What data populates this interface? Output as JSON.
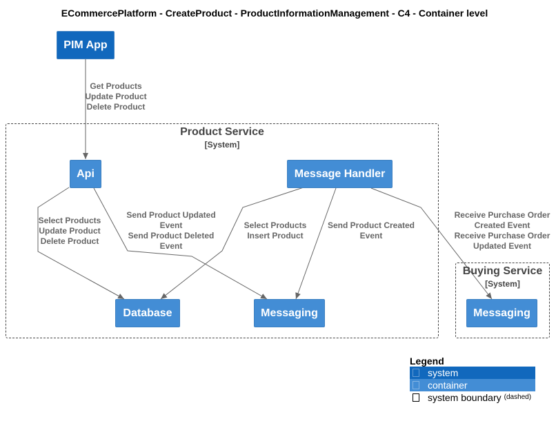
{
  "title": "ECommercePlatform - CreateProduct - ProductInformationManagement - C4 - Container level",
  "colors": {
    "system": "#1168BD",
    "container": "#438DD5",
    "boundary_line": "#444444",
    "arrow": "#666666"
  },
  "boundaries": {
    "product_service": {
      "name": "Product Service",
      "type": "[System]"
    },
    "buying_service": {
      "name": "Buying Service",
      "type": "[System]"
    }
  },
  "nodes": {
    "pim_app": "PIM App",
    "api": "Api",
    "message_handler": "Message Handler",
    "database": "Database",
    "messaging_product": "Messaging",
    "messaging_buying": "Messaging"
  },
  "relations": {
    "pim_to_api": [
      "Get Products",
      "Update Product",
      "Delete Product"
    ],
    "api_to_database": [
      "Select Products",
      "Update Product",
      "Delete Product"
    ],
    "api_to_messaging": [
      "Send Product Updated",
      "Event",
      "Send Product Deleted",
      "Event"
    ],
    "handler_to_database": [
      "Select Products",
      "Insert Product"
    ],
    "handler_to_messaging": [
      "Send Product Created",
      "Event"
    ],
    "handler_to_buying_messaging": [
      "Receive Purchase Order",
      "Created Event",
      "Receive Purchase Order",
      "Updated Event"
    ]
  },
  "legend": {
    "title": "Legend",
    "system": "system",
    "container": "container",
    "boundary": "system boundary",
    "boundary_note": "(dashed)"
  }
}
